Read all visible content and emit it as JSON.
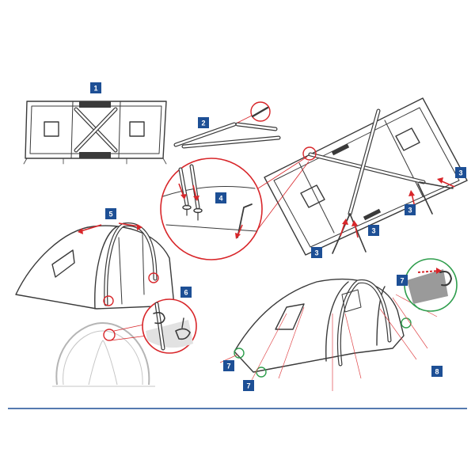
{
  "steps": {
    "s1": "1",
    "s2": "2",
    "s3a": "3",
    "s3b": "3",
    "s3c": "3",
    "s3d": "3",
    "s4": "4",
    "s5": "5",
    "s6": "6",
    "s7a": "7",
    "s7b": "7",
    "s7c": "7",
    "s8": "8"
  },
  "colors": {
    "badge": "#1d4f95",
    "accent_red": "#d8262a",
    "callout_green": "#2f9e4d",
    "bottom_rule": "#1d4f95"
  }
}
